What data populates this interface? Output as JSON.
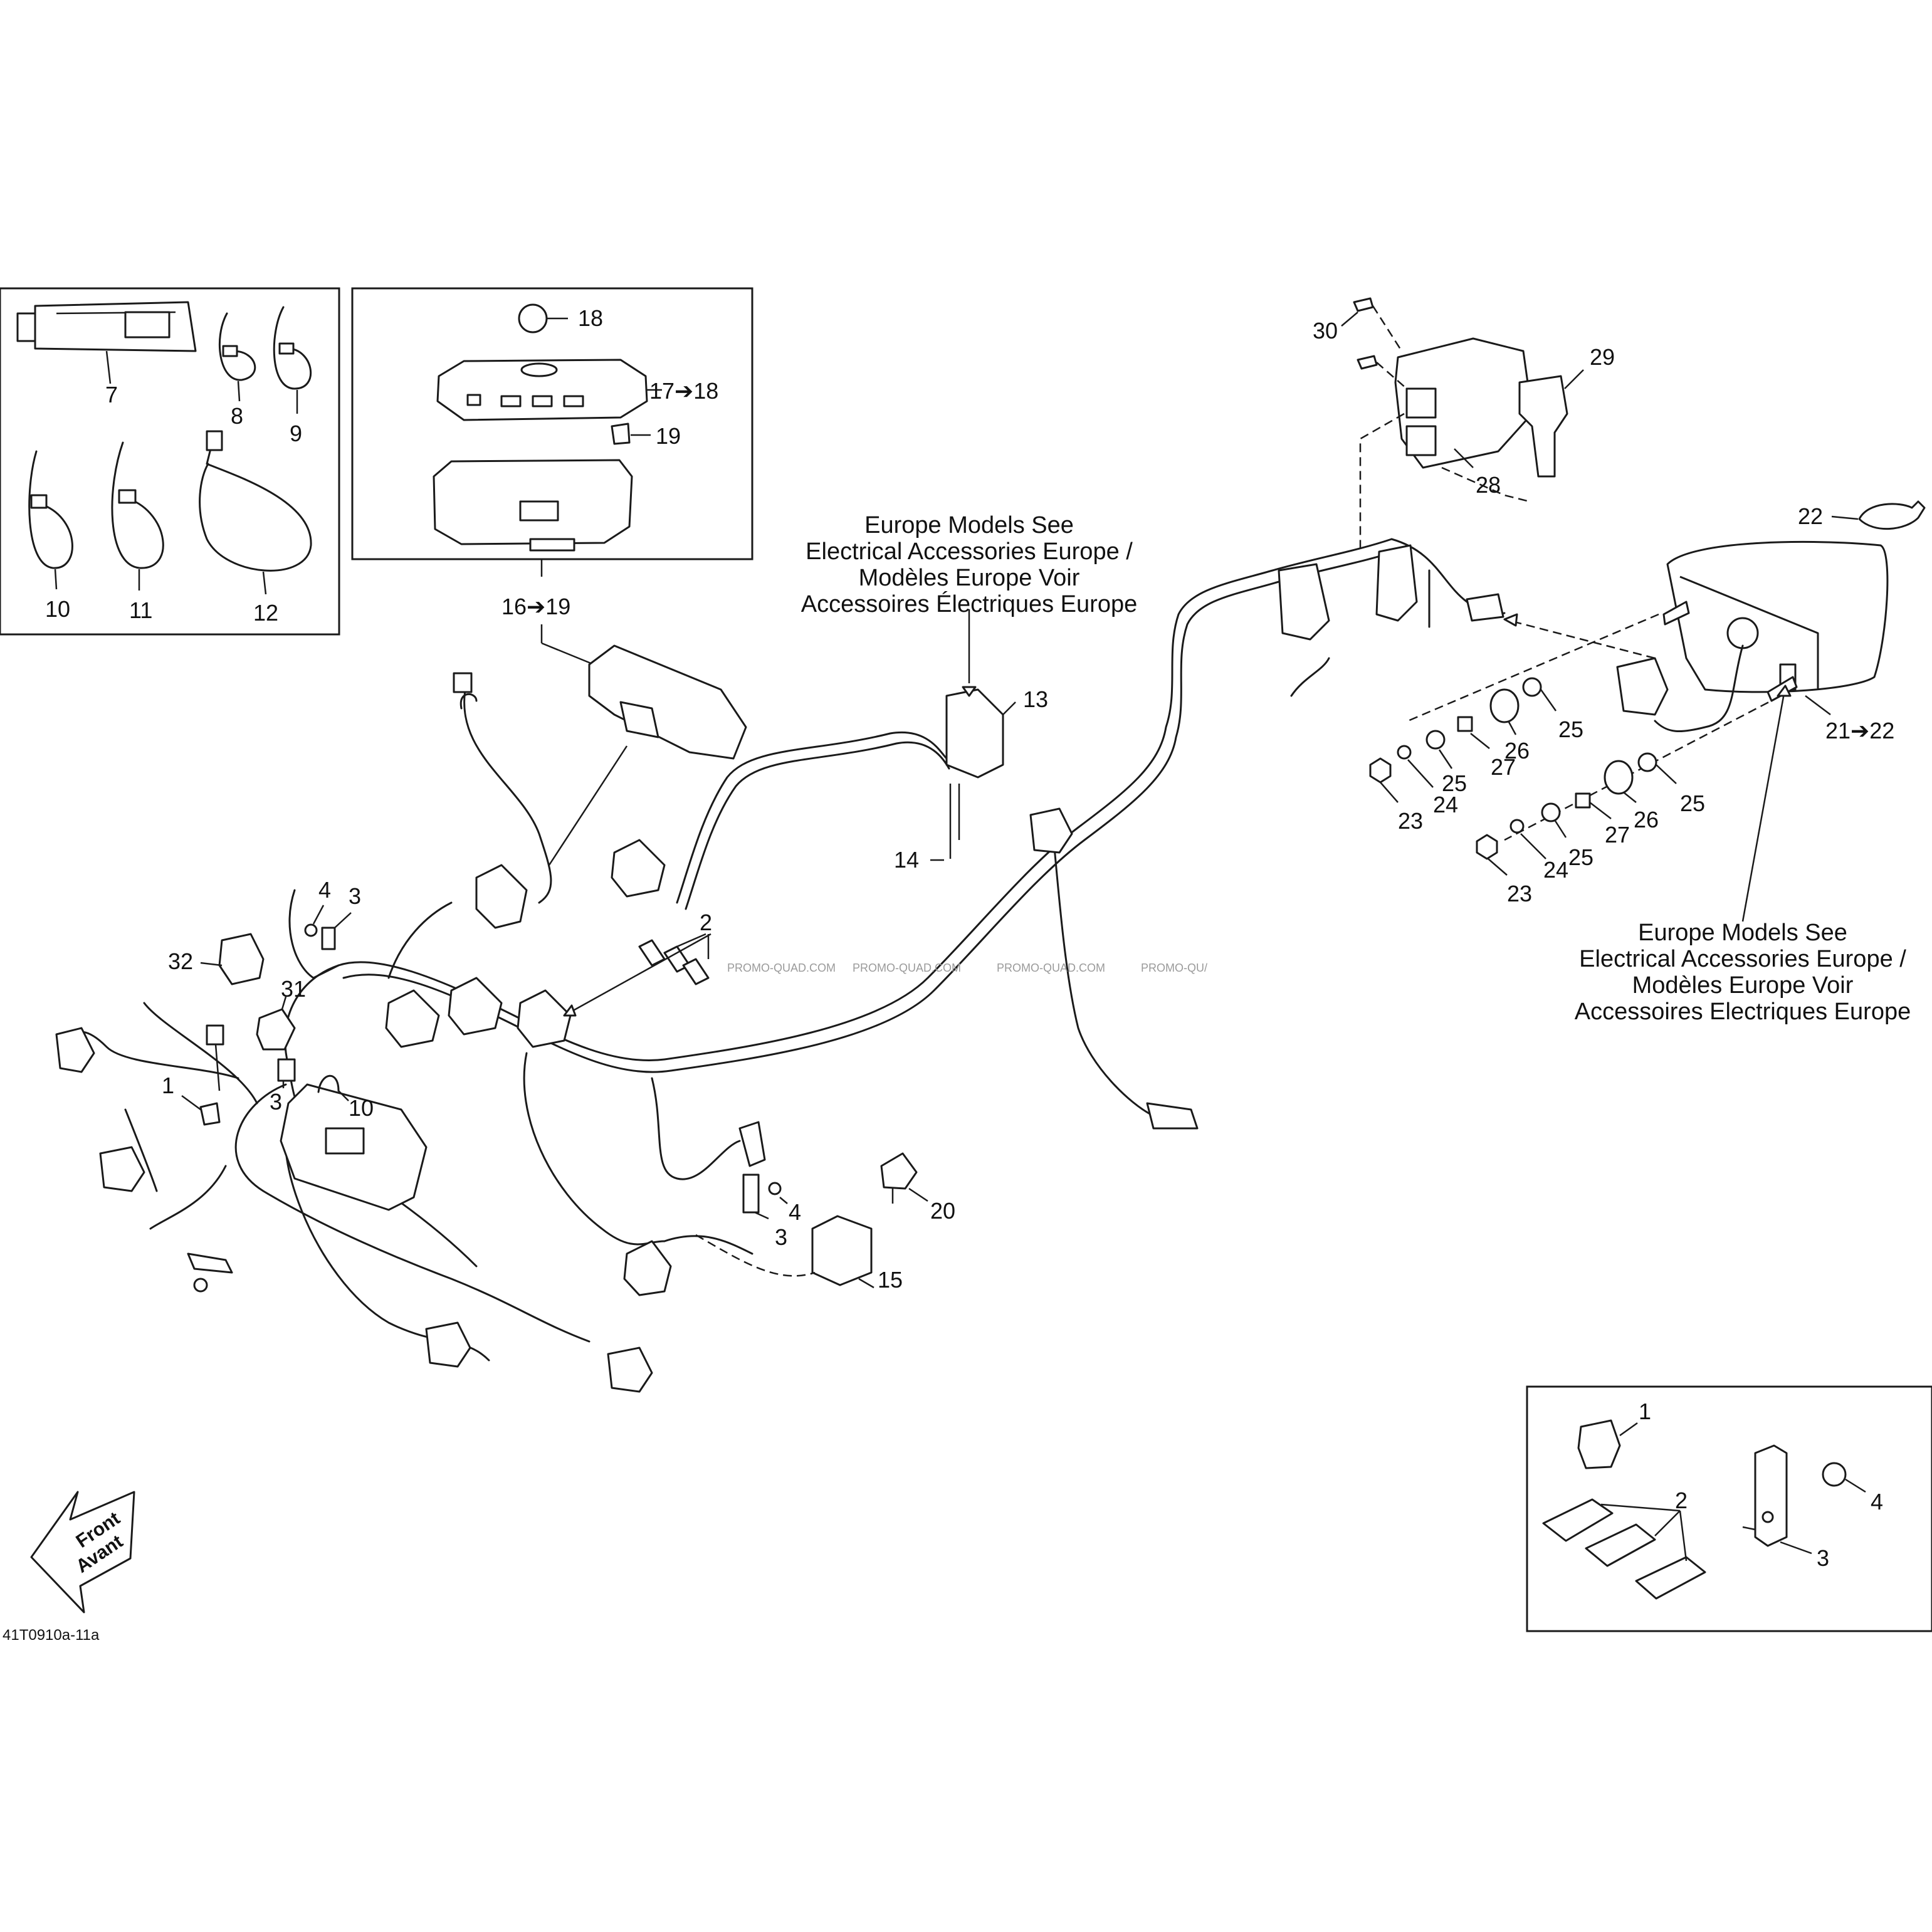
{
  "diagram": {
    "drawing_code": "41T0910a-11a",
    "watermarks": [
      "PROMO-QUAD.COM",
      "PROMO-QUAD.COM",
      "PROMO-QUAD.COM",
      "PROMO-QU/"
    ],
    "direction": {
      "line1": "Front",
      "line2": "Avant"
    },
    "notes": {
      "center": [
        "Europe Models See",
        "Electrical Accessories Europe /",
        "Modèles Europe Voir",
        "Accessoires Électriques Europe"
      ],
      "right": [
        "Europe Models See",
        "Electrical Accessories Europe /",
        "Modèles Europe Voir",
        "Accessoires Electriques Europe"
      ]
    },
    "callouts": {
      "c1": "1",
      "c2": "2",
      "c3a": "3",
      "c4a": "4",
      "c3b": "3",
      "c4b": "4",
      "c3c": "3",
      "c7": "7",
      "c8": "8",
      "c9": "9",
      "c10a": "10",
      "c11": "11",
      "c12": "12",
      "c10b": "10",
      "c13": "13",
      "c14": "14",
      "c15": "15",
      "c16": "16➔19",
      "c17": "17➔18",
      "c18": "18",
      "c19": "19",
      "c20": "20",
      "c21": "21➔22",
      "c22": "22",
      "c23a": "23",
      "c23b": "23",
      "c24a": "24",
      "c24b": "24",
      "c25a": "25",
      "c25b": "25",
      "c25c": "25",
      "c25d": "25",
      "c26a": "26",
      "c26b": "26",
      "c27a": "27",
      "c27b": "27",
      "c28": "28",
      "c29": "29",
      "c30": "30",
      "c31": "31",
      "c32": "32",
      "d1": "1",
      "d2": "2",
      "d3": "3",
      "d4": "4"
    }
  }
}
